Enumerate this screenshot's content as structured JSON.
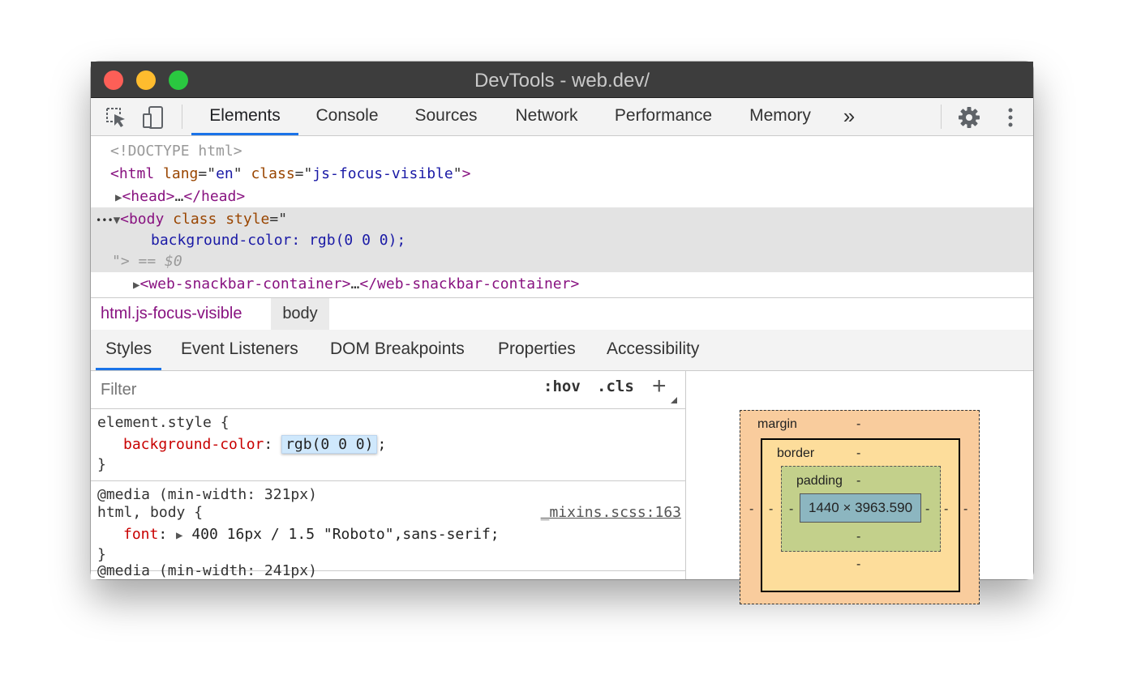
{
  "window": {
    "title": "DevTools - web.dev/"
  },
  "toolbar": {
    "tabs": [
      "Elements",
      "Console",
      "Sources",
      "Network",
      "Performance",
      "Memory"
    ],
    "more": "»"
  },
  "dom": {
    "doctype": "<!DOCTYPE html>",
    "html_tag": "html",
    "html_attr1_name": "lang",
    "html_attr1_val": "en",
    "html_attr2_name": "class",
    "html_attr2_val": "js-focus-visible",
    "head_open": "<head>",
    "ellipsis": "…",
    "head_close": "</head>",
    "body_tag": "body",
    "body_attr1": "class",
    "body_attr2": "style",
    "body_style_value": "background-color: rgb(0 0 0);",
    "dollar0": "$0",
    "equals": "==",
    "dots": "•••",
    "snackbar_open": "<web-snackbar-container>",
    "snackbar_close": "</web-snackbar-container>"
  },
  "breadcrumbs": [
    "html.js-focus-visible",
    "body"
  ],
  "subtabs": [
    "Styles",
    "Event Listeners",
    "DOM Breakpoints",
    "Properties",
    "Accessibility"
  ],
  "styles": {
    "filter_placeholder": "Filter",
    "hov": ":hov",
    "cls": ".cls",
    "plus": "+",
    "rule1": {
      "selector": "element.style {",
      "prop": "background-color",
      "value": "rgb(0 0 0)",
      "close": "}"
    },
    "rule2": {
      "media": "@media (min-width: 321px)",
      "selector": "html, body {",
      "source": "_mixins.scss:163",
      "prop": "font",
      "value": "400 16px / 1.5 \"Roboto\",sans-serif;",
      "close": "}"
    },
    "rule3_partial": "@media (min-width: 241px)"
  },
  "boxmodel": {
    "margin_label": "margin",
    "border_label": "border",
    "padding_label": "padding",
    "dash": "-",
    "content": "1440 × 3963.590"
  },
  "colors": {
    "accent": "#1a73e8",
    "titlebar": "#3d3d3d",
    "margin": "#f9cc9d",
    "border": "#fddd9b",
    "padding": "#c3d08b",
    "content": "#8cb6c0"
  }
}
